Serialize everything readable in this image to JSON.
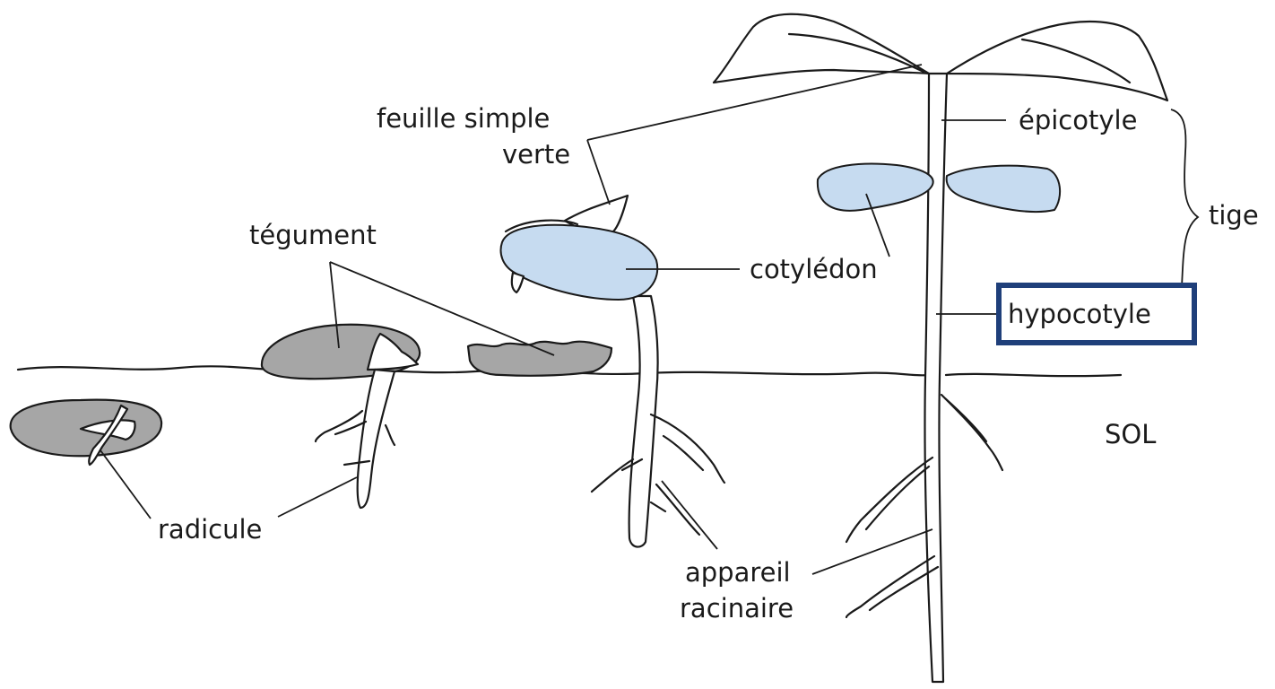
{
  "labels": {
    "feuille_line1": "feuille simple",
    "feuille_line2": "verte",
    "tegument": "tégument",
    "cotyledon": "cotylédon",
    "epicotyle": "épicotyle",
    "tige": "tige",
    "hypocotyle": "hypocotyle",
    "sol": "SOL",
    "radicule": "radicule",
    "appareil_line1": "appareil",
    "appareil_line2": "racinaire"
  },
  "colors": {
    "seed_gray": "#a6a6a6",
    "cotyledon_blue": "#c6dbf0",
    "highlight_box": "#1f3f7a",
    "ink": "#1a1a1a"
  }
}
